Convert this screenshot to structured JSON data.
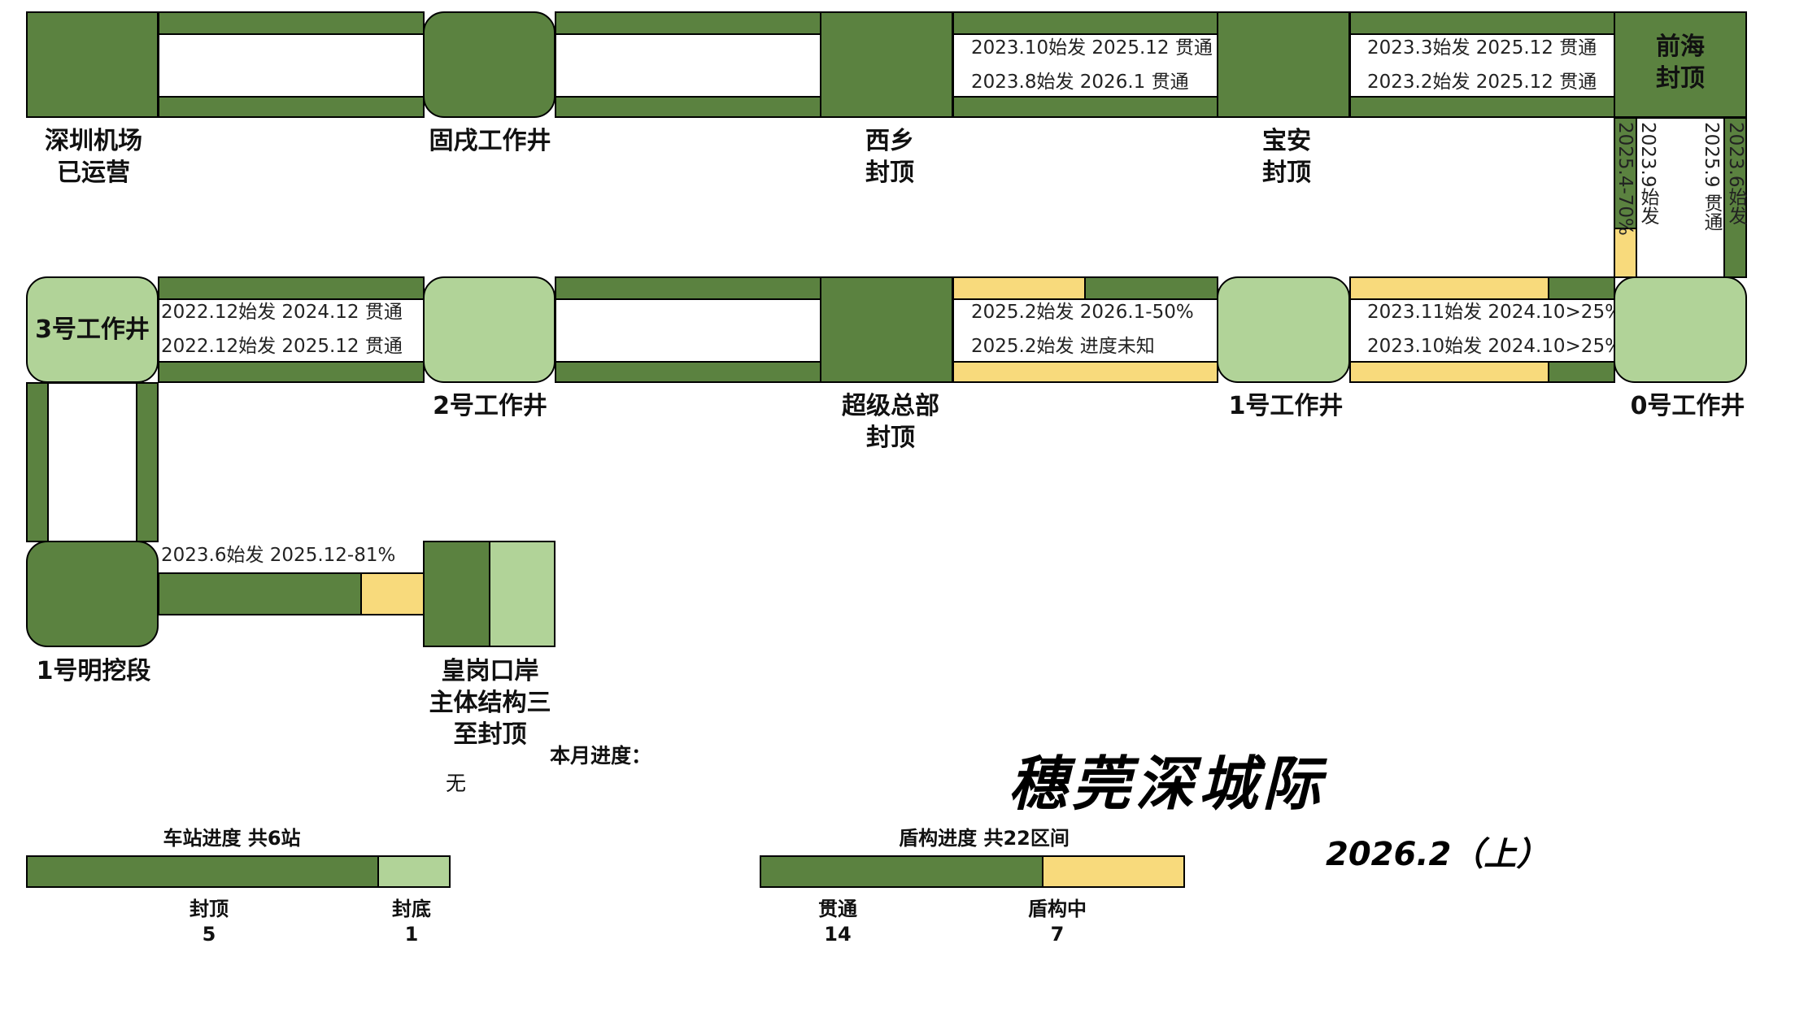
{
  "title": "穗莞深城际",
  "date": "2026.2（上）",
  "monthly": {
    "label": "本月进度：",
    "value": "无"
  },
  "stations": {
    "airport": "深圳机场\n已运营",
    "guxu": "固戌工作井",
    "xixiang": "西乡\n封顶",
    "baoan": "宝安\n封顶",
    "qianhai": "前海\n封顶",
    "ws3": "3号工作井",
    "ws2": "2号工作井",
    "hq": "超级总部\n封顶",
    "ws1": "1号工作井",
    "ws0": "0号工作井",
    "cut1": "1号明挖段",
    "huanggang": "皇岗口岸\n主体结构三\n至封顶"
  },
  "segments": {
    "xixiang_baoan": {
      "line1": "2023.10始发 2025.12 贯通",
      "line2": "2023.8始发 2026.1 贯通"
    },
    "baoan_qianhai": {
      "line1": "2023.3始发 2025.12 贯通",
      "line2": "2023.2始发 2025.12 贯通"
    },
    "qianhai_ws0": {
      "a": "2025.4-70%",
      "b": "2023.9始发",
      "c": "2025.9 贯通",
      "d": "2023.6始发"
    },
    "ws3_ws2": {
      "line1": "2022.12始发 2024.12 贯通",
      "line2": "2022.12始发 2025.12 贯通"
    },
    "hq_ws1": {
      "line1": "2025.2始发 2026.1-50%",
      "line2": "2025.2始发 进度未知"
    },
    "ws1_ws0": {
      "line1": "2023.11始发 2024.10>25%",
      "line2": "2023.10始发 2024.10>25%"
    },
    "cut1_huanggang": {
      "line1": "2023.6始发 2025.12-81%"
    }
  },
  "legend_station": {
    "title": "车站进度 共6站",
    "items": [
      {
        "label": "封顶",
        "count": "5",
        "color": "#5b8240",
        "value": 5
      },
      {
        "label": "封底",
        "count": "1",
        "color": "#b1d398",
        "value": 1
      }
    ]
  },
  "legend_shield": {
    "title": "盾构进度 共22区间",
    "items": [
      {
        "label": "贯通",
        "count": "14",
        "color": "#5b8240",
        "value": 14
      },
      {
        "label": "盾构中",
        "count": "7",
        "color": "#f8da7c",
        "value": 7
      }
    ]
  },
  "colors": {
    "done": "#5b8240",
    "bottom": "#b1d398",
    "boring": "#f8da7c"
  }
}
